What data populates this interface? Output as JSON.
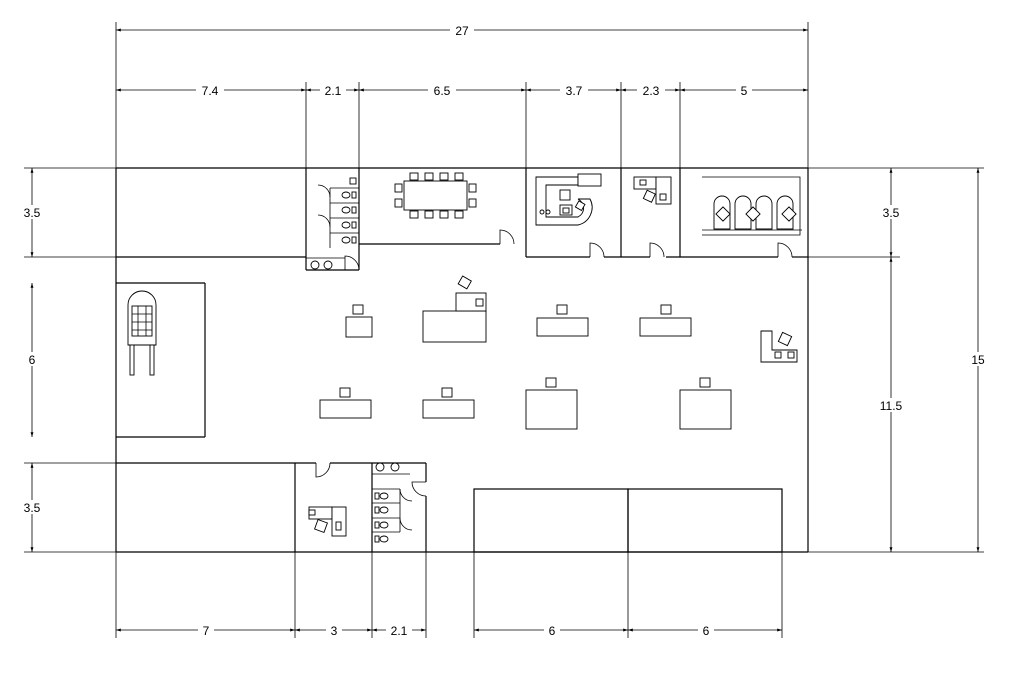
{
  "dimensions": {
    "top_total": "27",
    "top": [
      "7.4",
      "2.1",
      "6.5",
      "3.7",
      "2.3",
      "5"
    ],
    "bottom": [
      "7",
      "3",
      "2.1",
      "6",
      "6"
    ],
    "left": [
      "3.5",
      "6",
      "3.5"
    ],
    "right_inner": [
      "3.5",
      "11.5"
    ],
    "right_total": "15"
  }
}
